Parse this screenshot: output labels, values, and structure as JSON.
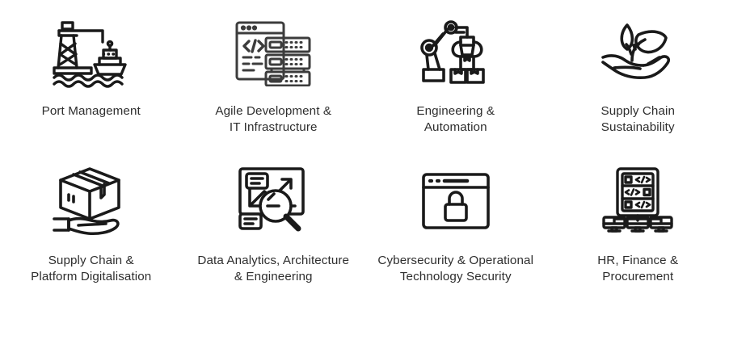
{
  "page": {
    "background_color": "#ffffff",
    "text_color": "#2e2e2e",
    "icon_color": "#1a1a1a",
    "columns": 4,
    "rows": 2
  },
  "items": [
    {
      "id": "port-management",
      "icon_name": "port-crane-ship-icon",
      "label": "Port Management",
      "row": 1,
      "column": 1
    },
    {
      "id": "agile-development-it-infrastructure",
      "icon_name": "code-window-server-rack-icon",
      "label": "Agile Development &\nIT Infrastructure",
      "row": 1,
      "column": 2
    },
    {
      "id": "engineering-automation",
      "icon_name": "robotic-arm-boxes-icon",
      "label": "Engineering &\nAutomation",
      "row": 1,
      "column": 3
    },
    {
      "id": "supply-chain-sustainability",
      "icon_name": "hand-plant-sprout-icon",
      "label": "Supply Chain\nSustainability",
      "row": 1,
      "column": 4
    },
    {
      "id": "supply-chain-platform-digitalisation",
      "icon_name": "hand-holding-box-icon",
      "label": "Supply Chain &\nPlatform Digitalisation",
      "row": 2,
      "column": 1
    },
    {
      "id": "data-analytics-architecture-engineering",
      "icon_name": "chart-magnifier-analytics-icon",
      "label": "Data Analytics, Architecture\n& Engineering",
      "row": 2,
      "column": 2
    },
    {
      "id": "cybersecurity-operational-technology-security",
      "icon_name": "browser-padlock-icon",
      "label": "Cybersecurity & Operational\nTechnology Security",
      "row": 2,
      "column": 3
    },
    {
      "id": "hr-finance-procurement",
      "icon_name": "server-rack-terminals-icon",
      "label": "HR, Finance &\nProcurement",
      "row": 2,
      "column": 4
    }
  ]
}
